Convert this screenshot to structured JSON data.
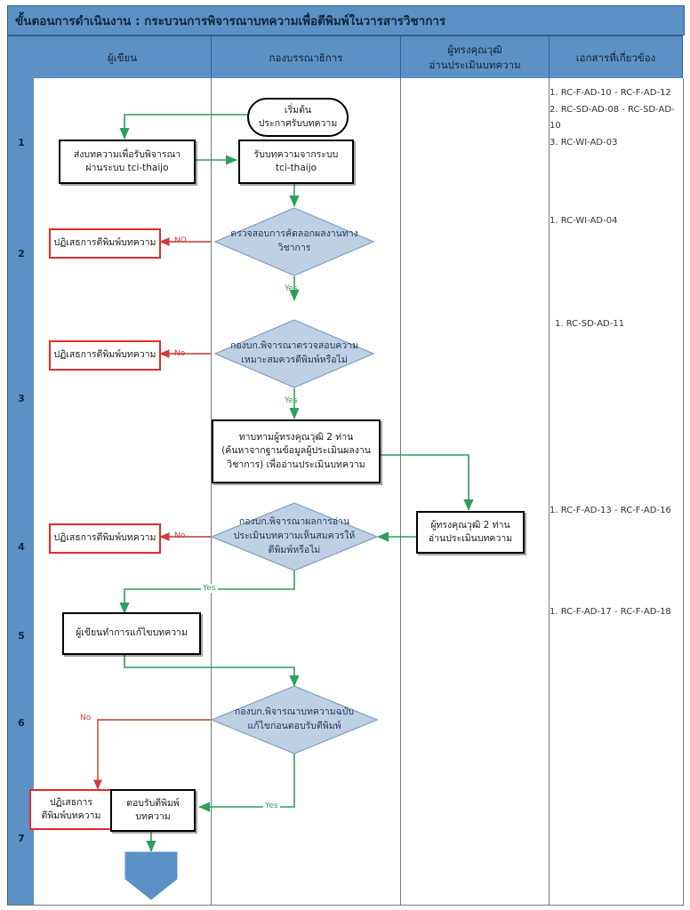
{
  "title": "ขั้นตอนการดำเนินงาน : กระบวนการพิจารณาบทความเพื่อตีพิมพ์ในวารสารวิชาการ",
  "colors": {
    "header_fill": "#5b91c4",
    "header_border": "#2f5f92",
    "grid_line": "#6f7b86",
    "diamond_fill": "#bdd0e4",
    "diamond_stroke": "#7f9cc0",
    "arrow_green": "#2e9e5b",
    "arrow_red": "#d03b3b",
    "reject_border": "#e02b2b",
    "terminator_fill": "#5b91c4"
  },
  "columns": [
    {
      "key": "no",
      "label": ""
    },
    {
      "key": "author",
      "label": "ผู้เขียน"
    },
    {
      "key": "editor",
      "label": "กองบรรณาธิการ"
    },
    {
      "key": "reviewer",
      "label": "ผู้ทรงคุณวุฒิ\nอ่านประเมินบทความ"
    },
    {
      "key": "docs",
      "label": "เอกสารที่เกี่ยวข้อง"
    }
  ],
  "rows": [
    {
      "no": "1",
      "docs": [
        "1. RC-F-AD-10 - RC-F-AD-12",
        "2. RC-SD-AD-08 - RC-SD-AD-10",
        "3. RC-WI-AD-03"
      ]
    },
    {
      "no": "2",
      "docs": [
        "1. RC-WI-AD-04"
      ]
    },
    {
      "no": "3",
      "docs": [
        "1. RC-SD-AD-11"
      ]
    },
    {
      "no": "4",
      "docs": [
        "1. RC-F-AD-13 - RC-F-AD-16"
      ]
    },
    {
      "no": "5",
      "docs": [
        "1. RC-F-AD-17 - RC-F-AD-18"
      ]
    },
    {
      "no": "6",
      "docs": []
    },
    {
      "no": "7",
      "docs": []
    }
  ],
  "nodes": {
    "start": {
      "type": "terminator",
      "line1": "เริ่มต้น",
      "line2": "ประกาศรับบทความ"
    },
    "submit": {
      "type": "process",
      "line1": "ส่งบทความเพื่อรับพิจารณา",
      "line2": "ผ่านระบบ tci-thaijo"
    },
    "receive": {
      "type": "process",
      "line1": "รับบทความจากระบบ",
      "line2": "tci-thaijo"
    },
    "plagiarism": {
      "type": "decision",
      "line1": "ตรวจสอบการคัดลอกผลงานทาง",
      "line2": "วิชาการ"
    },
    "reject2": {
      "type": "reject",
      "line1": "ปฏิเสธการตีพิมพ์บทความ"
    },
    "suitability": {
      "type": "decision",
      "line1": "กองบก.พิจารณาตรวจสอบความ",
      "line2": "เหมาะสมควรตีพิมพ์หรือไม่"
    },
    "reject3": {
      "type": "reject",
      "line1": "ปฏิเสธการตีพิมพ์บทความ"
    },
    "invite": {
      "type": "process",
      "line1": "ทาบทามผู้ทรงคุณวุฒิ 2 ท่าน",
      "line2": "(ค้นหาจากฐานข้อมูลผู้ประเมินผลงาน",
      "line3": "วิชาการ) เพื่ออ่านประเมินบทความ"
    },
    "reviewers": {
      "type": "process",
      "line1": "ผู้ทรงคุณวุฒิ 2 ท่าน",
      "line2": "อ่านประเมินบทความ"
    },
    "evaluate": {
      "type": "decision",
      "line1": "กองบก.พิจารณาผลการอ่าน",
      "line2": "ประเมินบทความเห็นสมควรให้",
      "line3": "ตีพิมพ์หรือไม่"
    },
    "reject4": {
      "type": "reject",
      "line1": "ปฏิเสธการตีพิมพ์บทความ"
    },
    "revise": {
      "type": "process",
      "line1": "ผู้เขียนทำการแก้ไขบทความ"
    },
    "finalcheck": {
      "type": "decision",
      "line1": "กองบก.พิจารณาบทความฉบับ",
      "line2": "แก้ไขก่อนตอบรับตีพิมพ์"
    },
    "reject7": {
      "type": "reject",
      "line1": "ปฏิเสธการ",
      "line2": "ตีพิมพ์บทความ"
    },
    "accept": {
      "type": "process",
      "line1": "ตอบรับตีพิมพ์",
      "line2": "บทความ"
    },
    "end": {
      "type": "terminator-end",
      "line1": ""
    }
  },
  "edge_labels": {
    "no_upper": "NO",
    "no2": "No",
    "no3": "No",
    "no4": "No",
    "yes1": "Yes",
    "yes2": "Yes",
    "yes3": "Yes",
    "yes4": "Yes"
  }
}
